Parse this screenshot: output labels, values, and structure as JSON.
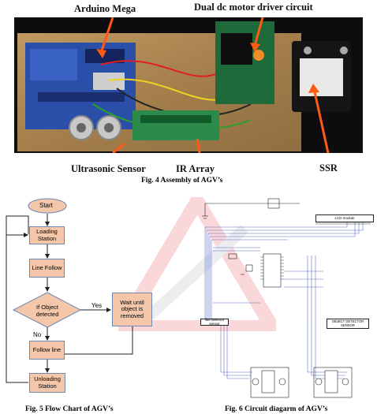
{
  "figure4": {
    "labels": {
      "arduino": "Arduino Mega",
      "motor_driver": "Dual dc motor driver circuit",
      "ssr": "SSR",
      "ultrasonic": "Ultrasonic Sensor",
      "ir_array": "IR Array"
    },
    "caption": "Fig. 4 Assembly of AGV’s"
  },
  "figure5": {
    "nodes": {
      "start": "Start",
      "loading": "Loading Station",
      "line_follow": "Line Follow",
      "decision": "If Object detected",
      "wait": "Wait until object is removed",
      "follow": "Follow line",
      "unloading": "Unloading Station"
    },
    "yes_label": "Yes",
    "no_label": "No",
    "caption": "Fig. 5 Flow Chart of AGV’s"
  },
  "figure6": {
    "lcd_label": "LCD module",
    "line_sensor_label": "line detector sensor",
    "object_sensor_label": "OBJECT DETECTOR SENSOR",
    "caption": "Fig. 6 Circuit diagarm of AGV’s"
  },
  "colors": {
    "flow_fill": "#f4c7aa",
    "flow_stroke": "#6f87b3",
    "arrow_orange": "#ff5a14",
    "wire_blue": "#5a6fc8",
    "watermark": "#e8262b"
  }
}
